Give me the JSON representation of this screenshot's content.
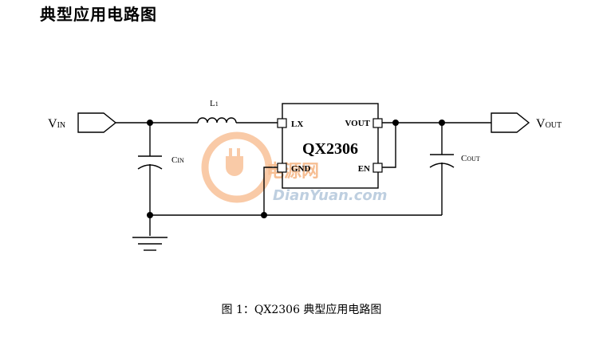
{
  "heading": "典型应用电路图",
  "caption": "图 1：QX2306 典型应用电路图",
  "chip": {
    "name": "QX2306",
    "pins": {
      "lx": "LX",
      "gnd": "GND",
      "vout": "VOUT",
      "en": "EN"
    }
  },
  "input_label": {
    "main": "V",
    "sub": "IN"
  },
  "output_label": {
    "main": "V",
    "sub": "OUT"
  },
  "inductor_label": {
    "main": "L",
    "sub": "1"
  },
  "cin_label": {
    "main": "C",
    "sub": "IN"
  },
  "cout_label": {
    "main": "C",
    "sub": "OUT"
  },
  "watermark": {
    "cn": "电源网",
    "en": "DianYuan.com",
    "color": "#f08a3c"
  }
}
